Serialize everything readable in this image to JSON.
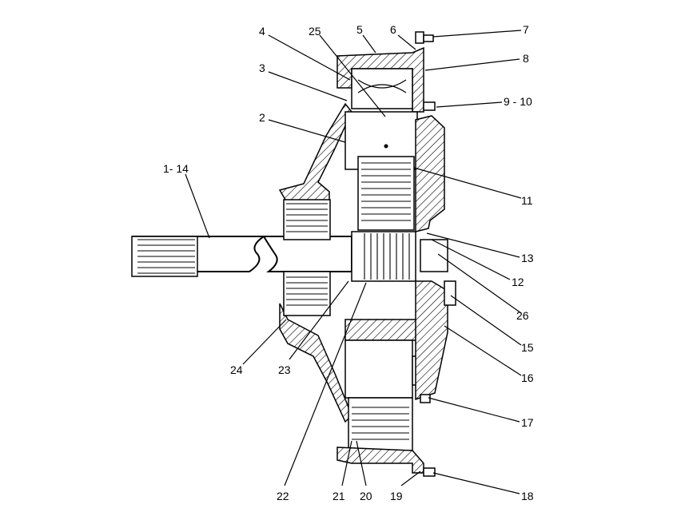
{
  "callouts": [
    {
      "id": "c1_14",
      "text": "1- 14"
    },
    {
      "id": "c2",
      "text": "2"
    },
    {
      "id": "c3",
      "text": "3"
    },
    {
      "id": "c4",
      "text": "4"
    },
    {
      "id": "c25",
      "text": "25"
    },
    {
      "id": "c5",
      "text": "5"
    },
    {
      "id": "c6",
      "text": "6"
    },
    {
      "id": "c7",
      "text": "7"
    },
    {
      "id": "c8",
      "text": "8"
    },
    {
      "id": "c9_10",
      "text": "9 - 10"
    },
    {
      "id": "c11",
      "text": "11"
    },
    {
      "id": "c13",
      "text": "13"
    },
    {
      "id": "c12",
      "text": "12"
    },
    {
      "id": "c26",
      "text": "26"
    },
    {
      "id": "c15",
      "text": "15"
    },
    {
      "id": "c16",
      "text": "16"
    },
    {
      "id": "c17",
      "text": "17"
    },
    {
      "id": "c18",
      "text": "18"
    },
    {
      "id": "c19",
      "text": "19"
    },
    {
      "id": "c20",
      "text": "20"
    },
    {
      "id": "c21",
      "text": "21"
    },
    {
      "id": "c22",
      "text": "22"
    },
    {
      "id": "c23",
      "text": "23"
    },
    {
      "id": "c24",
      "text": "24"
    }
  ]
}
